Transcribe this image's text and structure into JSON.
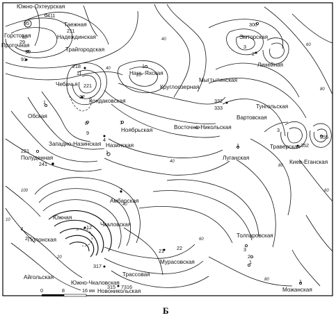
{
  "caption": "Б",
  "scale": {
    "ticks": [
      "0",
      "8",
      "16 км"
    ]
  },
  "fields": [
    {
      "id": "yuzhno-okhteurskaya",
      "name": "Южно-Охтеурская"
    },
    {
      "id": "taezhnaya",
      "name": "Таежная"
    },
    {
      "id": "nadezhdinskaya",
      "name": "Надеждинская"
    },
    {
      "id": "gorstovaya",
      "name": "Горстовая"
    },
    {
      "id": "protochnaya",
      "name": "Проточная"
    },
    {
      "id": "traigorodskaya",
      "name": "Трайгородская"
    },
    {
      "id": "chebachya",
      "name": "Чебачья"
    },
    {
      "id": "kondakovskaya",
      "name": "Кондаковская"
    },
    {
      "id": "obskaya",
      "name": "Обская"
    },
    {
      "id": "zapadno-nazinskaya",
      "name": "Западно-Назинская"
    },
    {
      "id": "nazinskaya",
      "name": "Назинская"
    },
    {
      "id": "poludennaya",
      "name": "Полуденная"
    },
    {
      "id": "nan-yakhskaya",
      "name": "Нань-Яхская"
    },
    {
      "id": "noyabrskaya",
      "name": "Ноябрьская"
    },
    {
      "id": "krugloozernaya",
      "name": "Круглоозерная"
    },
    {
      "id": "mygtytinskaya",
      "name": "Мыгтытинская"
    },
    {
      "id": "emtorskaya",
      "name": "Эмторская"
    },
    {
      "id": "lineinaya",
      "name": "Линейная"
    },
    {
      "id": "vartovskaya",
      "name": "Вартовская"
    },
    {
      "id": "tungolskaya",
      "name": "Тунгольская"
    },
    {
      "id": "vostochno-nikolskaya",
      "name": "Восточно-Никольская"
    },
    {
      "id": "luganskaya",
      "name": "Луганская"
    },
    {
      "id": "traverskaya",
      "name": "Траверская"
    },
    {
      "id": "kiev-eganskaya",
      "name": "Киев-Еганская"
    },
    {
      "id": "ambarskaya",
      "name": "Амбарская"
    },
    {
      "id": "yuzhnaya",
      "name": "Южная"
    },
    {
      "id": "polonskaya",
      "name": "Полонская"
    },
    {
      "id": "chkalovskaya",
      "name": "Чкаловская"
    },
    {
      "id": "tolparovskaya",
      "name": "Толпаровская"
    },
    {
      "id": "murasovskaya",
      "name": "Мурасовская"
    },
    {
      "id": "aigolskaya",
      "name": "Айгольская"
    },
    {
      "id": "yuzhno-chkalovskaya",
      "name": "Южно-Чкаловская"
    },
    {
      "id": "trassovaya",
      "name": "Трассовая"
    },
    {
      "id": "novonikolskaya",
      "name": "Новоникольская"
    },
    {
      "id": "mozhanskaya",
      "name": "Можанская"
    }
  ],
  "wells": [
    {
      "id": "w411",
      "label": "411"
    },
    {
      "id": "w95",
      "label": "95"
    },
    {
      "id": "w211",
      "label": "211"
    },
    {
      "id": "w29",
      "label": "29"
    },
    {
      "id": "w90",
      "label": "90"
    },
    {
      "id": "w91",
      "label": "91"
    },
    {
      "id": "w218",
      "label": "218"
    },
    {
      "id": "w11",
      "label": "11"
    },
    {
      "id": "w221a",
      "label": "221"
    },
    {
      "id": "w32",
      "label": "32"
    },
    {
      "id": "w1a",
      "label": "1"
    },
    {
      "id": "w8",
      "label": "8"
    },
    {
      "id": "w9",
      "label": "9"
    },
    {
      "id": "w4",
      "label": "4"
    },
    {
      "id": "w221b",
      "label": "221"
    },
    {
      "id": "w241",
      "label": "241"
    },
    {
      "id": "w1b",
      "label": "1"
    },
    {
      "id": "w1c",
      "label": "1"
    },
    {
      "id": "w1d",
      "label": "1"
    },
    {
      "id": "w300",
      "label": "300"
    },
    {
      "id": "w3a",
      "label": "3"
    },
    {
      "id": "w2a",
      "label": "2"
    },
    {
      "id": "w332",
      "label": "332"
    },
    {
      "id": "w333",
      "label": "333"
    },
    {
      "id": "w1e",
      "label": "1"
    },
    {
      "id": "w3b",
      "label": "3"
    },
    {
      "id": "w352",
      "label": "352"
    },
    {
      "id": "w355",
      "label": "355"
    },
    {
      "id": "w2b",
      "label": "2"
    },
    {
      "id": "w12",
      "label": "12"
    },
    {
      "id": "w1f",
      "label": "1"
    },
    {
      "id": "w2c",
      "label": "2"
    },
    {
      "id": "w21",
      "label": "21"
    },
    {
      "id": "w22",
      "label": "22"
    },
    {
      "id": "w3c",
      "label": "3"
    },
    {
      "id": "w2d",
      "label": "2"
    },
    {
      "id": "w1g",
      "label": "1"
    },
    {
      "id": "w317",
      "label": "317"
    },
    {
      "id": "w315",
      "label": "315"
    },
    {
      "id": "w7316",
      "label": "7316"
    },
    {
      "id": "w1h",
      "label": "1"
    }
  ],
  "contour_values": {
    "c10": "10",
    "c20": "20",
    "c40": "40",
    "c60": "60",
    "c80": "80",
    "c100": "100"
  }
}
